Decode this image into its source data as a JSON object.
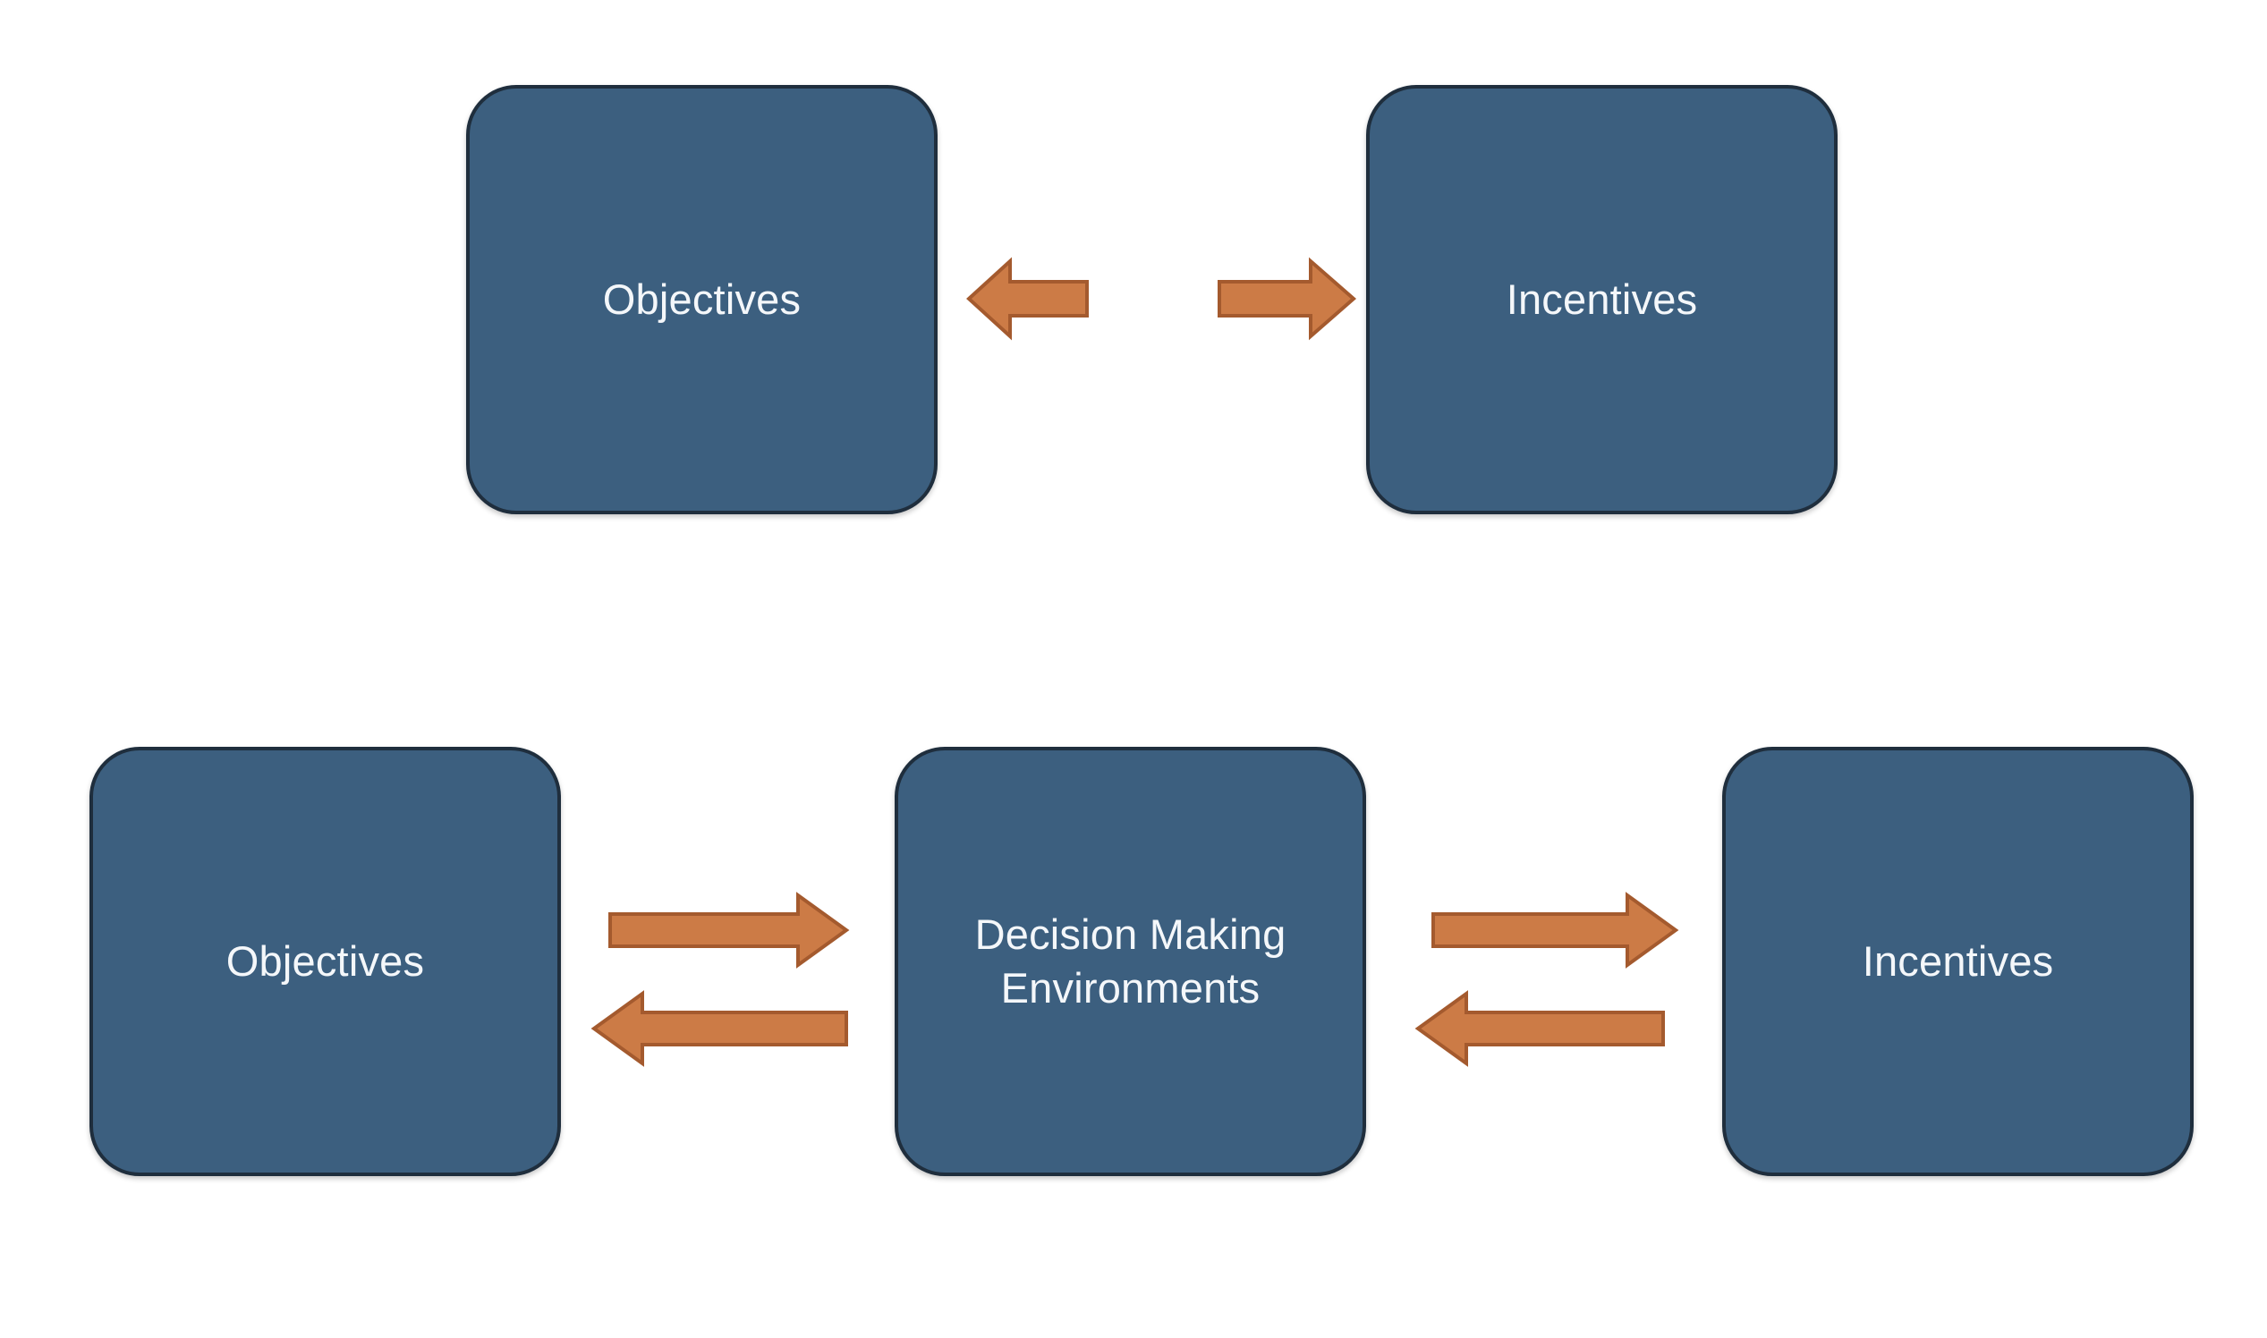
{
  "diagram": {
    "title_visible": false,
    "background_color": "#ffffff",
    "node_fill": "#3c5f7f",
    "node_border": "#1f2e3d",
    "node_text_color": "#f4f7fa",
    "arrow_fill": "#cc7b46",
    "arrow_border": "#a45a2e",
    "rows": [
      {
        "id": "top-row",
        "name": "two-node-row",
        "nodes": [
          {
            "id": "top-objectives",
            "label": "Objectives",
            "icon": "rounded-rectangle-node"
          },
          {
            "id": "top-incentives",
            "label": "Incentives",
            "icon": "rounded-rectangle-node"
          }
        ],
        "arrows": [
          {
            "id": "top-left-arrow",
            "direction": "left",
            "icon": "arrow-left-icon",
            "from": "gap-center",
            "to": "top-objectives"
          },
          {
            "id": "top-right-arrow",
            "direction": "right",
            "icon": "arrow-right-icon",
            "from": "gap-center",
            "to": "top-incentives"
          }
        ]
      },
      {
        "id": "bottom-row",
        "name": "three-node-row",
        "nodes": [
          {
            "id": "bot-objectives",
            "label": "Objectives",
            "icon": "rounded-rectangle-node"
          },
          {
            "id": "bot-environments",
            "label": "Decision Making\nEnvironments",
            "icon": "rounded-rectangle-node"
          },
          {
            "id": "bot-incentives",
            "label": "Incentives",
            "icon": "rounded-rectangle-node"
          }
        ],
        "arrows": [
          {
            "id": "bl-right-arrow",
            "direction": "right",
            "icon": "arrow-right-icon",
            "from": "bot-objectives",
            "to": "bot-environments"
          },
          {
            "id": "bl-left-arrow",
            "direction": "left",
            "icon": "arrow-left-icon",
            "from": "bot-environments",
            "to": "bot-objectives"
          },
          {
            "id": "br-right-arrow",
            "direction": "right",
            "icon": "arrow-right-icon",
            "from": "bot-environments",
            "to": "bot-incentives"
          },
          {
            "id": "br-left-arrow",
            "direction": "left",
            "icon": "arrow-left-icon",
            "from": "bot-incentives",
            "to": "bot-environments"
          }
        ]
      }
    ]
  },
  "labels": {
    "objectives": "Objectives",
    "incentives": "Incentives",
    "decision_making_environments": "Decision Making\nEnvironments"
  }
}
